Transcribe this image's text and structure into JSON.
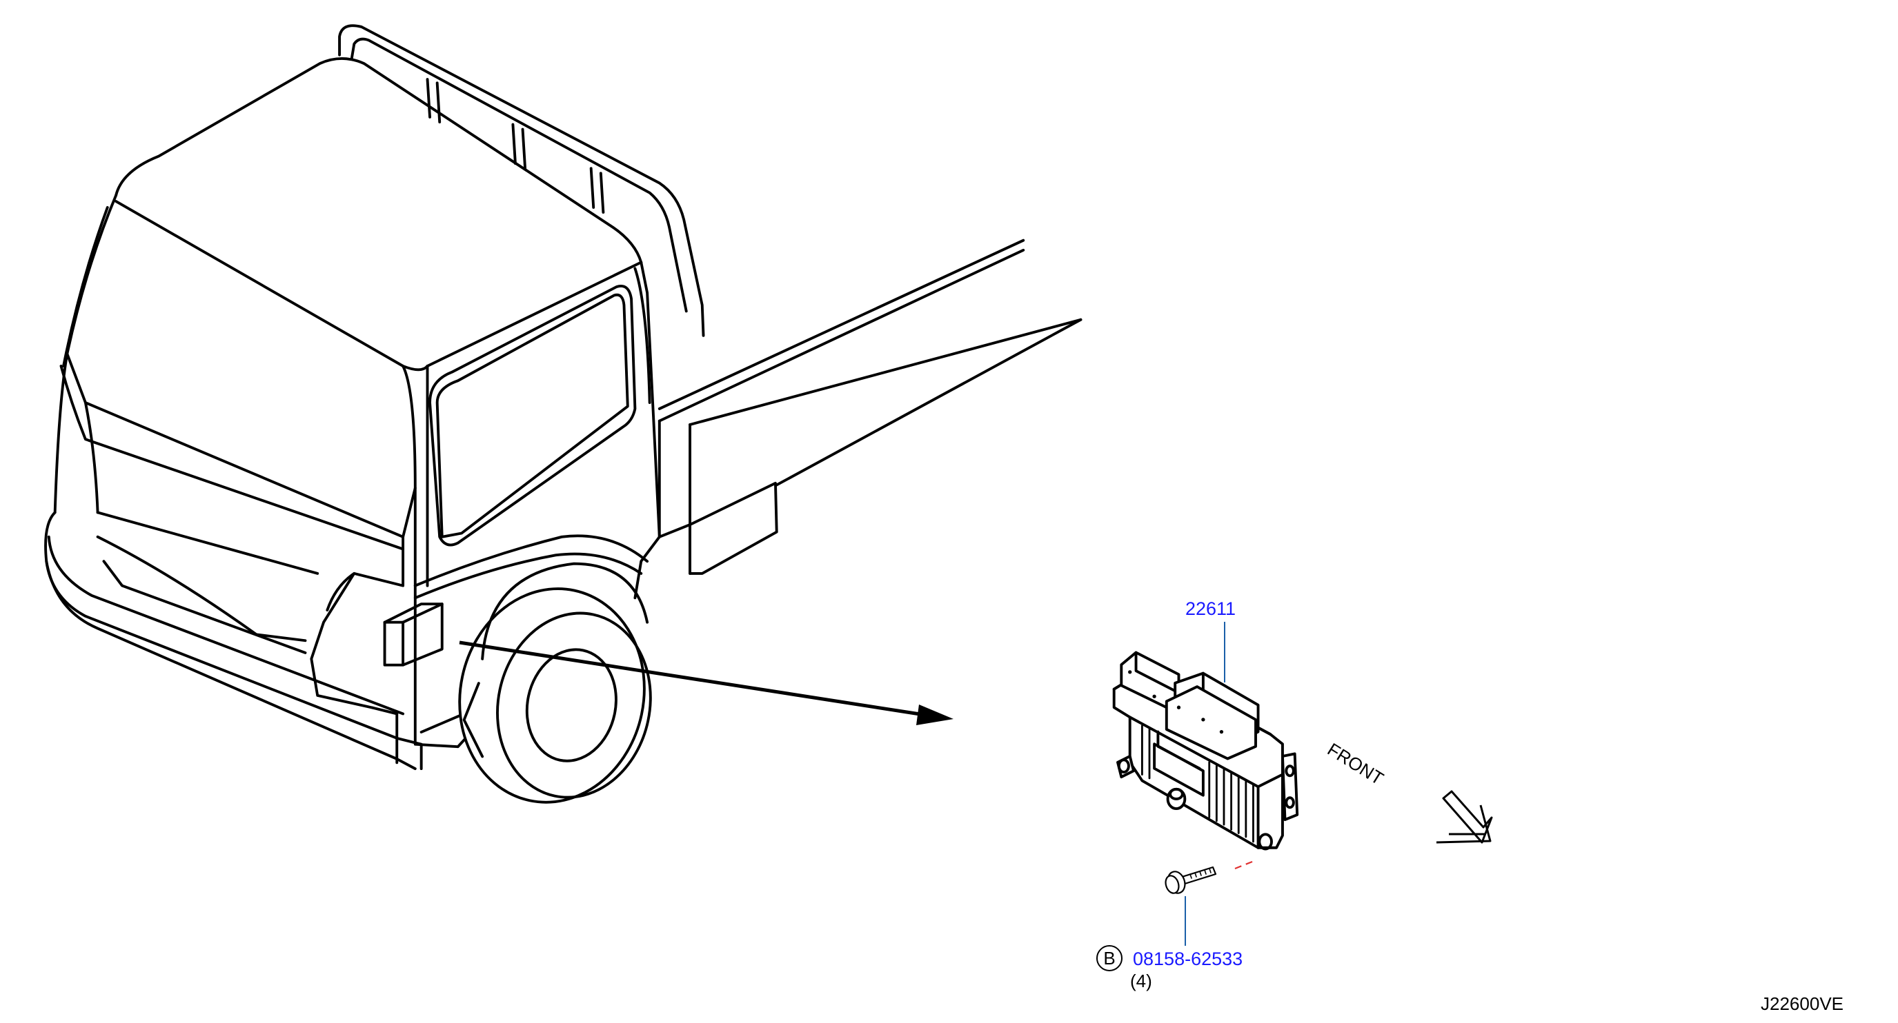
{
  "parts": {
    "ecu_part_number": "22611",
    "bolt_part_number": "08158-62533",
    "bolt_quantity": "(4)",
    "bolt_symbol": "B"
  },
  "labels": {
    "front": "FRONT",
    "diagram_code": "J22600VE"
  },
  "colors": {
    "part_link": "#1a1aff",
    "leader_line": "#1a5fa8",
    "alignment_dash": "#e03030",
    "drawing": "#000000"
  },
  "icons": {
    "front_direction": "front-arrow-icon",
    "bolt_symbol": "circle-b-icon"
  }
}
